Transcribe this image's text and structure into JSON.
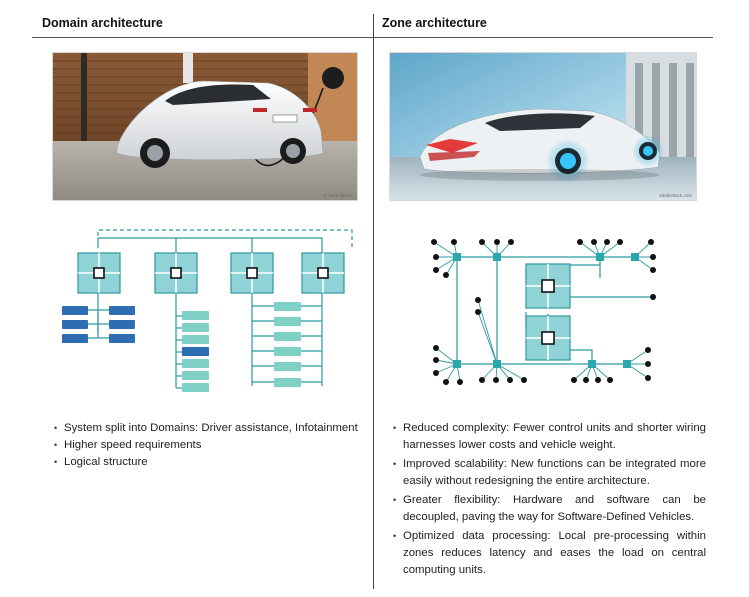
{
  "columns": {
    "left": {
      "title": "Domain architecture",
      "photo": {
        "subject": "white-electric-car-charging",
        "credit": "© Tesla Motors"
      },
      "bullets": [
        "System split into Domains: Driver assistance, Infotainment",
        "Higher speed requirements",
        "Logical structure"
      ]
    },
    "right": {
      "title": "Zone architecture",
      "photo": {
        "subject": "futuristic-white-sports-car",
        "credit": "adobestock.com"
      },
      "bullets": [
        "Reduced complexity: Fewer control units and shorter wiring harnesses lower costs and vehicle weight.",
        "Improved scalability: New functions can be integrated more easily without redesigning the entire architecture.",
        "Greater flexibility: Hardware and software can be decoupled, paving the way for Software-Defined Vehicles.",
        "Optimized data processing: Local pre-processing within zones reduces latency and eases the load on central computing units."
      ]
    }
  },
  "colors": {
    "ecu_fill": "#8fd3d6",
    "ecu_border": "#2c9aa0",
    "line": "#2c9aa0",
    "teal_module": "#7fd1c7",
    "blue_module": "#2f6db3",
    "zone_node": "#2aa6ad",
    "endpoint": "#111111"
  },
  "icons": {
    "bullet": "bullet-dot-icon"
  }
}
